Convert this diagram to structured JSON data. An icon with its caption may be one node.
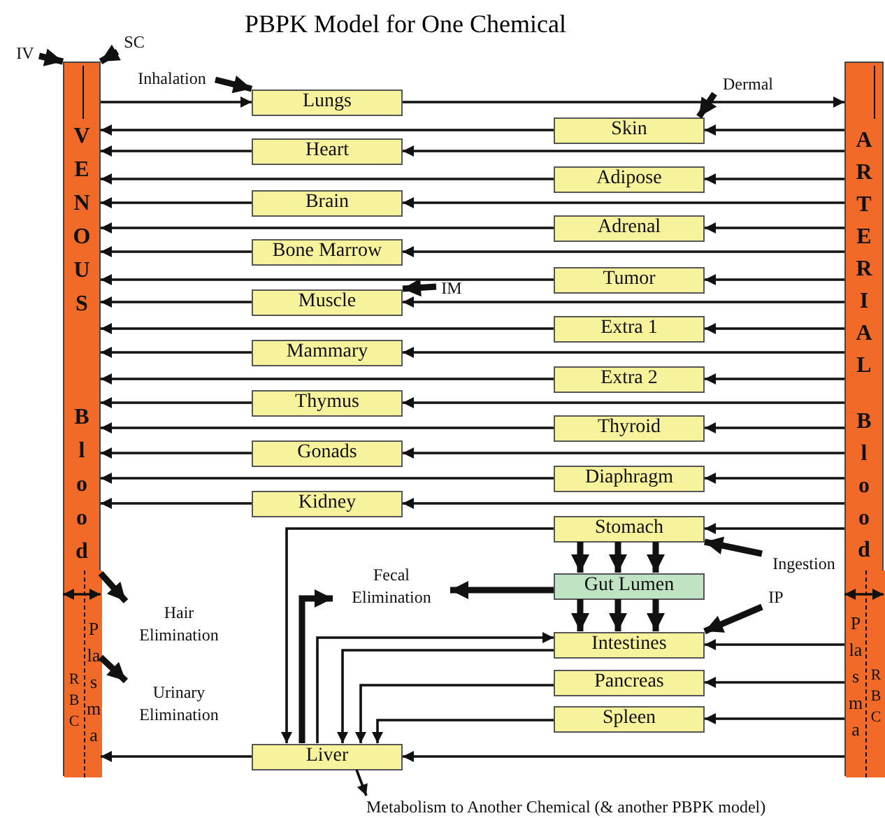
{
  "diagram": {
    "title": "PBPK Model for One Chemical",
    "nodes": [
      {
        "text": [
          "IV"
        ]
      },
      {
        "text": [
          "SC"
        ]
      },
      {
        "text": [
          "Inhalation"
        ]
      },
      {
        "text": [
          "Dermal"
        ]
      },
      {
        "text": [
          "VENOUS",
          "Blood"
        ]
      },
      {
        "text": [
          "RBC"
        ],
        "in": 4
      },
      {
        "text": [
          "Plasma"
        ],
        "in": 4
      },
      {
        "text": [
          "ARTERIAL",
          "Blood"
        ]
      },
      {
        "text": [
          "Plasma"
        ],
        "in": 7
      },
      {
        "text": [
          "RBC"
        ],
        "in": 7
      },
      {
        "text": [
          "Lungs"
        ]
      },
      {
        "text": [
          "Skin"
        ]
      },
      {
        "text": [
          "Heart"
        ]
      },
      {
        "text": [
          "Adipose"
        ]
      },
      {
        "text": [
          "Brain"
        ]
      },
      {
        "text": [
          "Adrenal"
        ]
      },
      {
        "text": [
          "Bone Marrow"
        ]
      },
      {
        "text": [
          "Tumor"
        ]
      },
      {
        "text": [
          "Muscle"
        ]
      },
      {
        "text": [
          "IM"
        ]
      },
      {
        "text": [
          "Extra 1"
        ]
      },
      {
        "text": [
          "Mammary"
        ]
      },
      {
        "text": [
          "Extra 2"
        ]
      },
      {
        "text": [
          "Thymus"
        ]
      },
      {
        "text": [
          "Thyroid"
        ]
      },
      {
        "text": [
          "Gonads"
        ]
      },
      {
        "text": [
          "Diaphragm"
        ]
      },
      {
        "text": [
          "Kidney"
        ]
      },
      {
        "text": [
          "Stomach"
        ]
      },
      {
        "text": [
          "Ingestion"
        ]
      },
      {
        "text": [
          "Fecal Elimination"
        ]
      },
      {
        "text": [
          "Gut Lumen"
        ]
      },
      {
        "text": [
          "IP"
        ]
      },
      {
        "text": [
          "Hair Elimination"
        ]
      },
      {
        "text": [
          "Intestines"
        ]
      },
      {
        "text": [
          "Pancreas"
        ]
      },
      {
        "text": [
          "Urinary Elimination"
        ]
      },
      {
        "text": [
          "Spleen"
        ]
      },
      {
        "text": [
          "Liver"
        ]
      },
      {
        "text": [
          "Metabolism to Another Chemical (& another PBPK model)"
        ]
      }
    ],
    "edges": [
      {
        "from": 0,
        "to": 4,
        "arrow": "to",
        "style": "thick"
      },
      {
        "from": 1,
        "to": 4,
        "arrow": "to",
        "style": "thick"
      },
      {
        "from": 2,
        "to": 10,
        "arrow": "to",
        "style": "thick"
      },
      {
        "from": 3,
        "to": 11,
        "arrow": "to",
        "style": "thick"
      },
      {
        "from": 4,
        "to": 10,
        "arrow": "to"
      },
      {
        "from": 10,
        "to": 7,
        "arrow": "to"
      },
      {
        "from": 7,
        "to": 11,
        "arrow": "to"
      },
      {
        "from": 11,
        "to": 4,
        "arrow": "to"
      },
      {
        "from": 7,
        "to": 12,
        "arrow": "to"
      },
      {
        "from": 12,
        "to": 4,
        "arrow": "to"
      },
      {
        "from": 7,
        "to": 13,
        "arrow": "to"
      },
      {
        "from": 13,
        "to": 4,
        "arrow": "to"
      },
      {
        "from": 7,
        "to": 14,
        "arrow": "to"
      },
      {
        "from": 14,
        "to": 4,
        "arrow": "to"
      },
      {
        "from": 7,
        "to": 15,
        "arrow": "to"
      },
      {
        "from": 15,
        "to": 4,
        "arrow": "to"
      },
      {
        "from": 7,
        "to": 16,
        "arrow": "to"
      },
      {
        "from": 16,
        "to": 4,
        "arrow": "to"
      },
      {
        "from": 7,
        "to": 17,
        "arrow": "to"
      },
      {
        "from": 17,
        "to": 4,
        "arrow": "to"
      },
      {
        "from": 7,
        "to": 18,
        "arrow": "to"
      },
      {
        "from": 18,
        "to": 4,
        "arrow": "to"
      },
      {
        "from": 19,
        "to": 18,
        "arrow": "to",
        "style": "thick"
      },
      {
        "from": 7,
        "to": 20,
        "arrow": "to"
      },
      {
        "from": 20,
        "to": 4,
        "arrow": "to"
      },
      {
        "from": 7,
        "to": 21,
        "arrow": "to"
      },
      {
        "from": 21,
        "to": 4,
        "arrow": "to"
      },
      {
        "from": 7,
        "to": 22,
        "arrow": "to"
      },
      {
        "from": 22,
        "to": 4,
        "arrow": "to"
      },
      {
        "from": 7,
        "to": 23,
        "arrow": "to"
      },
      {
        "from": 23,
        "to": 4,
        "arrow": "to"
      },
      {
        "from": 7,
        "to": 24,
        "arrow": "to"
      },
      {
        "from": 24,
        "to": 4,
        "arrow": "to"
      },
      {
        "from": 7,
        "to": 25,
        "arrow": "to"
      },
      {
        "from": 25,
        "to": 4,
        "arrow": "to"
      },
      {
        "from": 7,
        "to": 26,
        "arrow": "to"
      },
      {
        "from": 26,
        "to": 4,
        "arrow": "to"
      },
      {
        "from": 7,
        "to": 27,
        "arrow": "to"
      },
      {
        "from": 27,
        "to": 4,
        "arrow": "to"
      },
      {
        "from": 7,
        "to": 28,
        "arrow": "to"
      },
      {
        "from": 29,
        "to": 28,
        "arrow": "to",
        "style": "thick"
      },
      {
        "from": 28,
        "to": 38,
        "arrow": "to"
      },
      {
        "from": 28,
        "to": 31,
        "arrow": "to",
        "style": "thick"
      },
      {
        "from": 28,
        "to": 31,
        "arrow": "to",
        "style": "thick"
      },
      {
        "from": 28,
        "to": 31,
        "arrow": "to",
        "style": "thick"
      },
      {
        "from": 31,
        "to": 34,
        "arrow": "to",
        "style": "thick"
      },
      {
        "from": 31,
        "to": 34,
        "arrow": "to",
        "style": "thick"
      },
      {
        "from": 31,
        "to": 34,
        "arrow": "to",
        "style": "thick"
      },
      {
        "from": 31,
        "to": 30,
        "arrow": "to",
        "style": "thick"
      },
      {
        "from": 38,
        "to": 30,
        "arrow": "to",
        "style": "thick"
      },
      {
        "from": 38,
        "to": 34,
        "arrow": "to"
      },
      {
        "from": 32,
        "to": 34,
        "arrow": "to",
        "style": "thick"
      },
      {
        "from": 34,
        "to": 38,
        "arrow": "to"
      },
      {
        "from": 8,
        "to": 34,
        "arrow": "to"
      },
      {
        "from": 8,
        "to": 35,
        "arrow": "to"
      },
      {
        "from": 35,
        "to": 38,
        "arrow": "to"
      },
      {
        "from": 8,
        "to": 37,
        "arrow": "to"
      },
      {
        "from": 37,
        "to": 38,
        "arrow": "to"
      },
      {
        "from": 8,
        "to": 38,
        "arrow": "to"
      },
      {
        "from": 38,
        "to": 6,
        "arrow": "to"
      },
      {
        "from": 4,
        "to": 33,
        "arrow": "to",
        "style": "thick"
      },
      {
        "from": 6,
        "to": 36,
        "arrow": "to",
        "style": "thick"
      },
      {
        "from": 5,
        "to": 6,
        "arrow": "both"
      },
      {
        "from": 8,
        "to": 9,
        "arrow": "both"
      },
      {
        "from": 38,
        "to": 39,
        "arrow": "to"
      }
    ]
  }
}
